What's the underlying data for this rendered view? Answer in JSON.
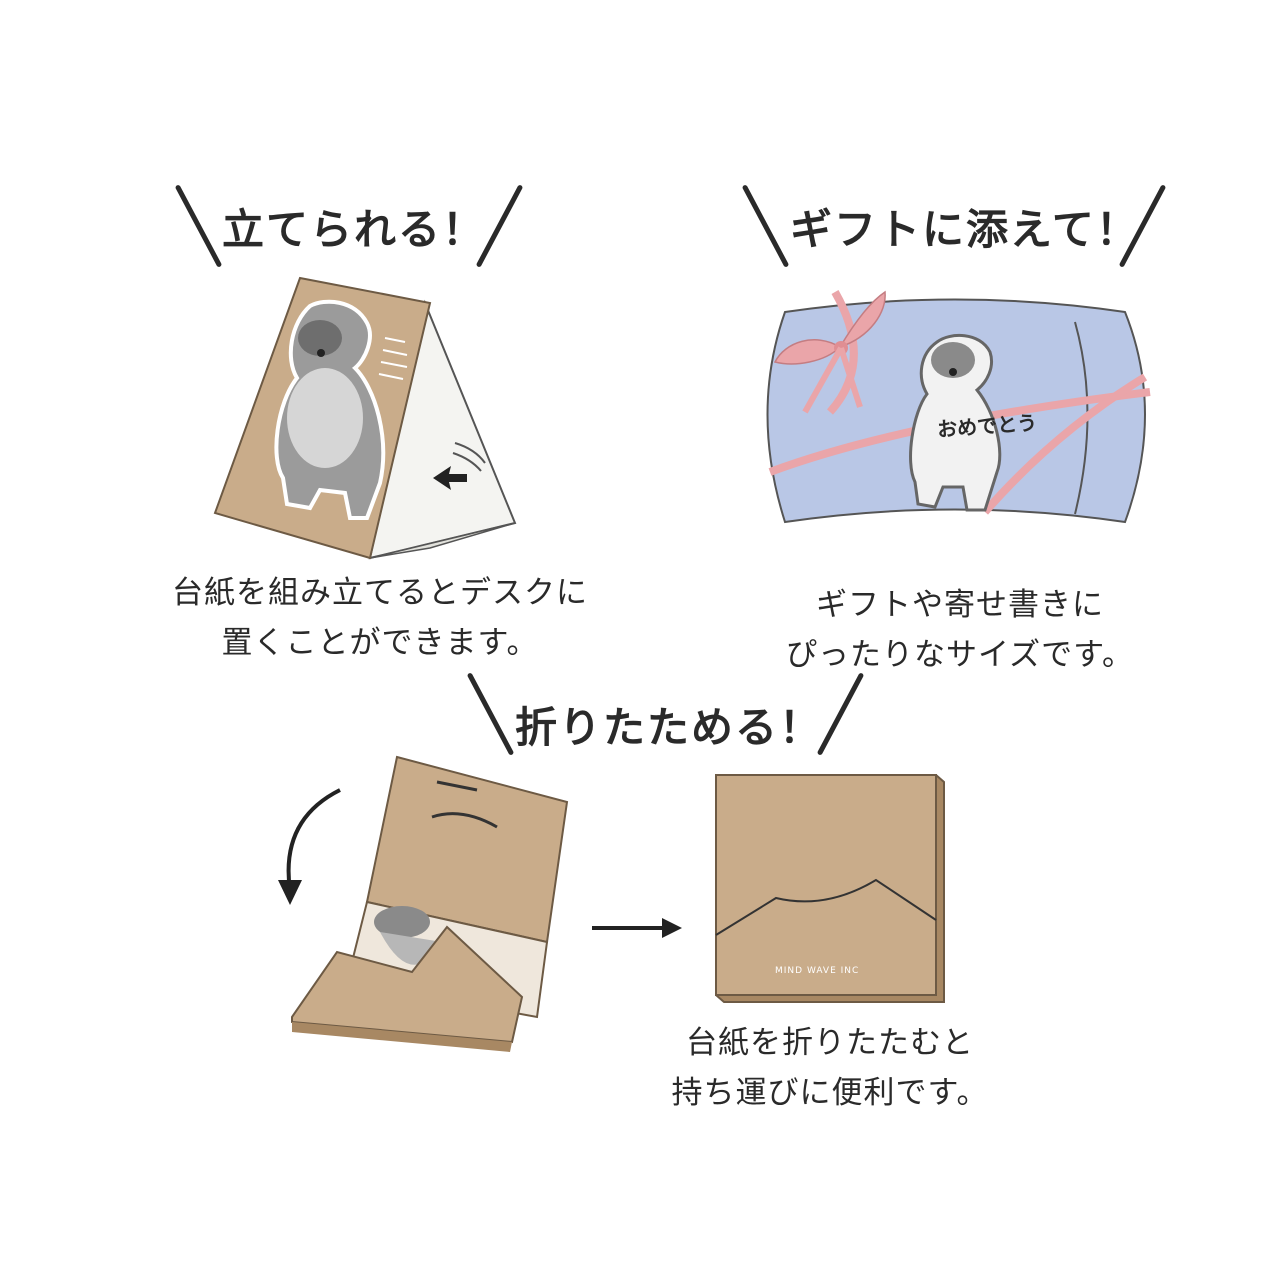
{
  "sections": {
    "stand": {
      "heading": "立てられる！",
      "caption_line1": "台紙を組み立てるとデスクに",
      "caption_line2": "置くことができます。"
    },
    "gift": {
      "heading": "ギフトに添えて！",
      "caption_line1": "ギフトや寄せ書きに",
      "caption_line2": "ぴったりなサイズです。",
      "note_text": "おめでとう"
    },
    "fold": {
      "heading": "折りたためる！",
      "caption_line1": "台紙を折りたたむと",
      "caption_line2": "持ち運びに便利です。",
      "brand_text": "MIND WAVE INC"
    }
  },
  "colors": {
    "kraft": "#c9ac8a",
    "kraft_dark": "#a88863",
    "gift_blue": "#b9c7e6",
    "ribbon_pink": "#eaa5a9",
    "dog_gray": "#8d8d8d",
    "ink": "#2a2a2a"
  }
}
